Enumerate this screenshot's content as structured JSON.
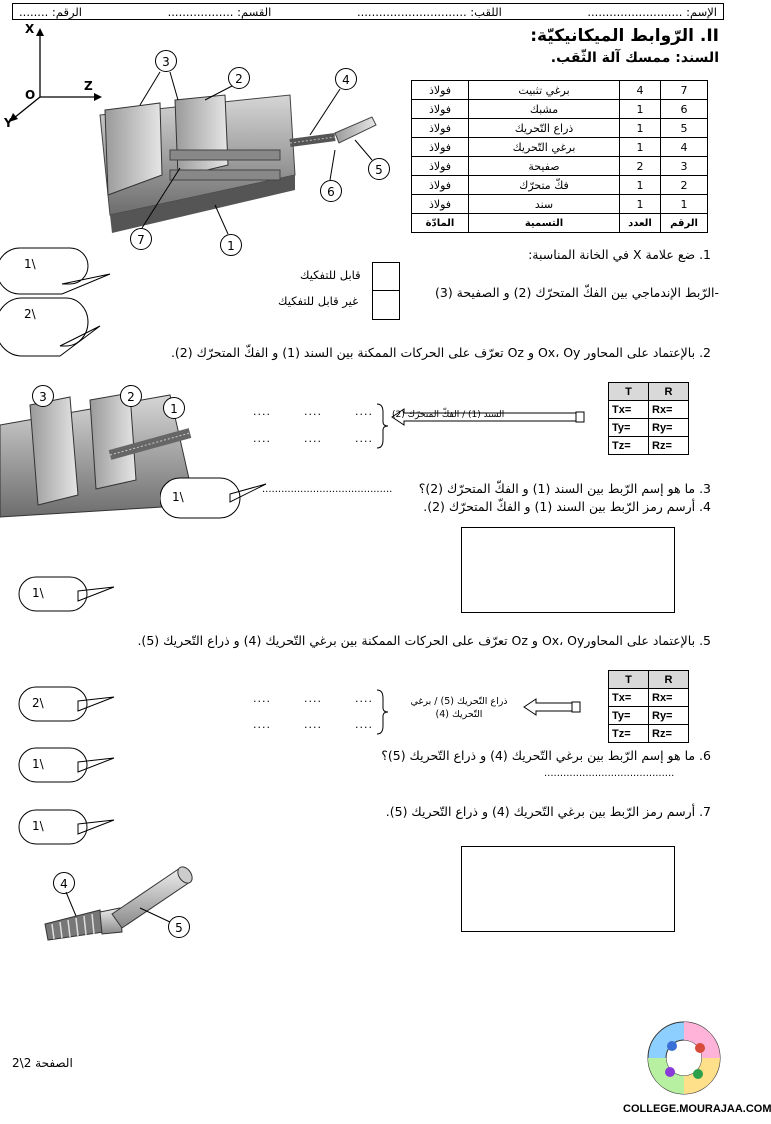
{
  "header": {
    "name": "الإسم: ..........................",
    "surname": "اللقب: ..............................",
    "section": "القسم: ..................",
    "number": "الرقم: ........"
  },
  "title": "II. الرّوابط الميكانيكيّة:",
  "subtitle": "السند: ممسك آلة الثّقب.",
  "axes": {
    "x": "X",
    "y": "Y",
    "z": "Z",
    "o": "O"
  },
  "parts_table": {
    "headers": {
      "num": "الرقم",
      "qty": "العدد",
      "name": "التسمية",
      "material": "المادّة"
    },
    "rows": [
      {
        "num": "7",
        "qty": "4",
        "name": "برغي تثبيت",
        "material": "فولاذ"
      },
      {
        "num": "6",
        "qty": "1",
        "name": "مشبك",
        "material": "فولاذ"
      },
      {
        "num": "5",
        "qty": "1",
        "name": "ذراع التّحريك",
        "material": "فولاذ"
      },
      {
        "num": "4",
        "qty": "1",
        "name": "برغي التّحريك",
        "material": "فولاذ"
      },
      {
        "num": "3",
        "qty": "2",
        "name": "صفيحة",
        "material": "فولاذ"
      },
      {
        "num": "2",
        "qty": "1",
        "name": "فكّ متحرّك",
        "material": "فولاذ"
      },
      {
        "num": "1",
        "qty": "1",
        "name": "سند",
        "material": "فولاذ"
      }
    ]
  },
  "q1": {
    "text": "1.   ضع علامة X في الخانة المناسبة:",
    "sub": "-الرّبط الإندماجي بين الفكّ المتحرّك (2) و الصفيحة (3)",
    "opt1": "قابل للتفكيك",
    "opt2": "غير قابل للتفكيك"
  },
  "marks": {
    "m1": "1\\",
    "m2": "2\\",
    "m3": "1\\",
    "m4": "1\\",
    "m5": "2\\",
    "m6": "1\\",
    "m7": "1\\"
  },
  "q2": {
    "text": "2.   بالإعتماد على المحاور Ox، Oy و Oz تعرّف على الحركات الممكنة بين السند (1) و الفكّ المتحرّك (2).",
    "arrow_label": "السند (1) / الفكّ المتحرّك (2)"
  },
  "dots4": "....",
  "tr_table": {
    "t": "T",
    "r": "R",
    "tx": "Tx=",
    "ty": "Ty=",
    "tz": "Tz=",
    "rx": "Rx=",
    "ry": "Ry=",
    "rz": "Rz="
  },
  "q3": {
    "text": "3.   ما هو إسم الرّبط بين السند (1) و الفكّ المتحرّك (2)؟",
    "dots": "........................................."
  },
  "q4": {
    "text": "4.   أرسم رمز الرّبط بين السند (1) و الفكّ المتحرّك (2)."
  },
  "q5": {
    "text": "5.   بالإعتماد على المحاورOx، Oy و Oz تعرّف على الحركات الممكنة بين برغي التّحريك (4) و ذراع التّحريك (5).",
    "arrow_label_1": "ذراع التّحريك (5) / برغي",
    "arrow_label_2": "التّحريك (4)"
  },
  "q6": {
    "text": "6.   ما هو إسم الرّبط بين برغي التّحريك (4) و ذراع التّحريك (5)؟",
    "dots": "........................................."
  },
  "q7": {
    "text": "7.   أرسم رمز الرّبط بين برغي التّحريك (4) و ذراع التّحريك (5)."
  },
  "labels": {
    "n1": "1",
    "n2": "2",
    "n3": "3",
    "n4": "4",
    "n5": "5",
    "n6": "6",
    "n7": "7"
  },
  "footer": {
    "page": "الصفحة 2\\2",
    "site": "COLLEGE.MOURAJAA.COM"
  }
}
